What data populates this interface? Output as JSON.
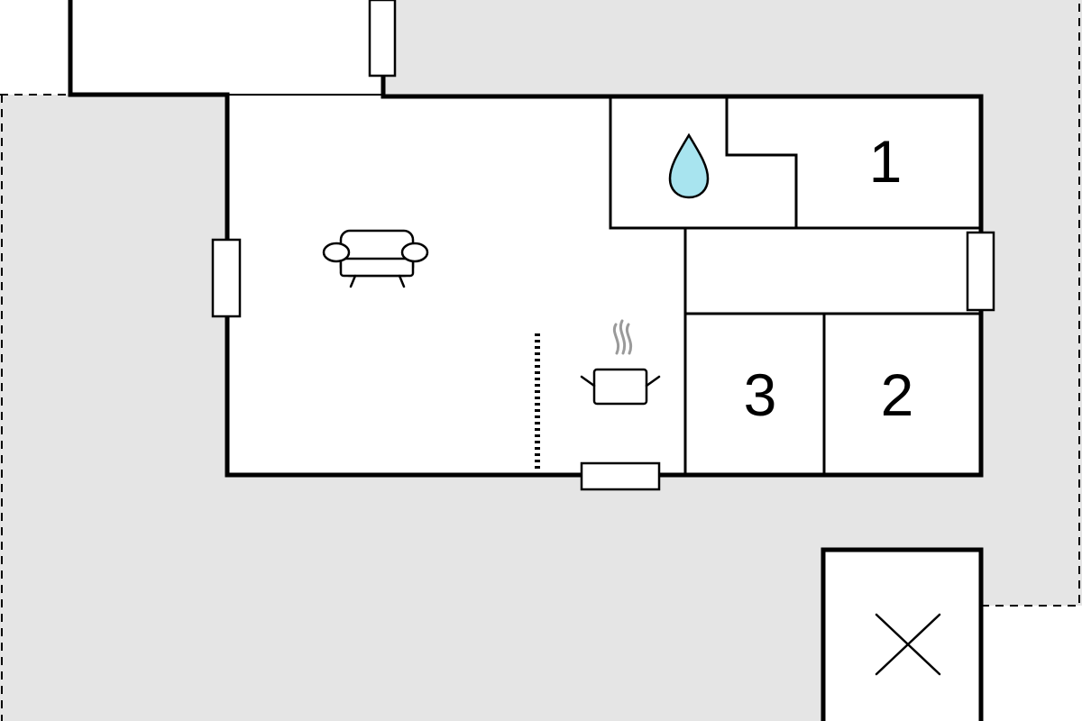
{
  "rooms": [
    {
      "id": "bedroom-1",
      "number": "1",
      "icon": "none"
    },
    {
      "id": "bedroom-2",
      "number": "2",
      "icon": "none"
    },
    {
      "id": "bedroom-3",
      "number": "3",
      "icon": "none"
    },
    {
      "id": "bathroom",
      "number": "",
      "icon": "water-drop-icon"
    },
    {
      "id": "living",
      "number": "",
      "icon": "sofa-icon"
    },
    {
      "id": "kitchen",
      "number": "",
      "icon": "cooking-pot-icon"
    },
    {
      "id": "annex",
      "number": "",
      "icon": "x-mark-icon"
    }
  ],
  "colors": {
    "terrace": "#e5e5e5",
    "wall": "#000000",
    "water": "#a8e4ef",
    "steam": "#9a9a9a",
    "background": "#ffffff"
  }
}
